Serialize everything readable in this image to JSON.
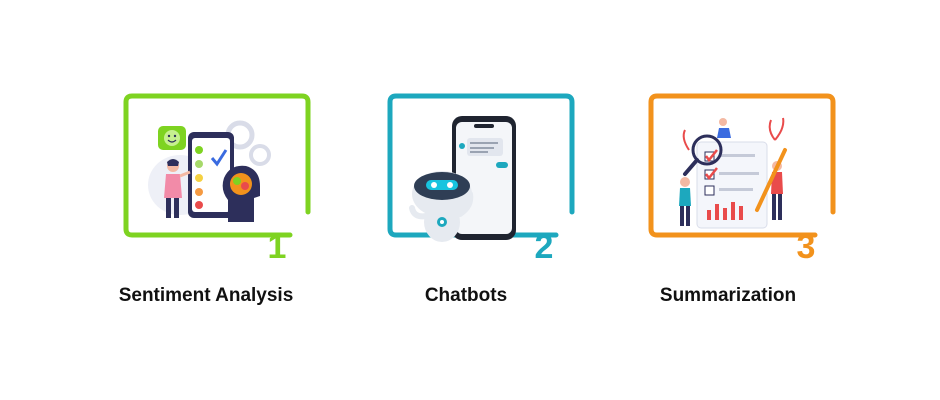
{
  "cards": [
    {
      "number": "1",
      "label": "Sentiment Analysis",
      "accent": "#7ED321",
      "illustration": "sentiment-analysis-illustration"
    },
    {
      "number": "2",
      "label": "Chatbots",
      "accent": "#1DA8BE",
      "illustration": "chatbot-robot-illustration"
    },
    {
      "number": "3",
      "label": "Summarization",
      "accent": "#F2921C",
      "illustration": "summarization-checklist-illustration"
    }
  ]
}
